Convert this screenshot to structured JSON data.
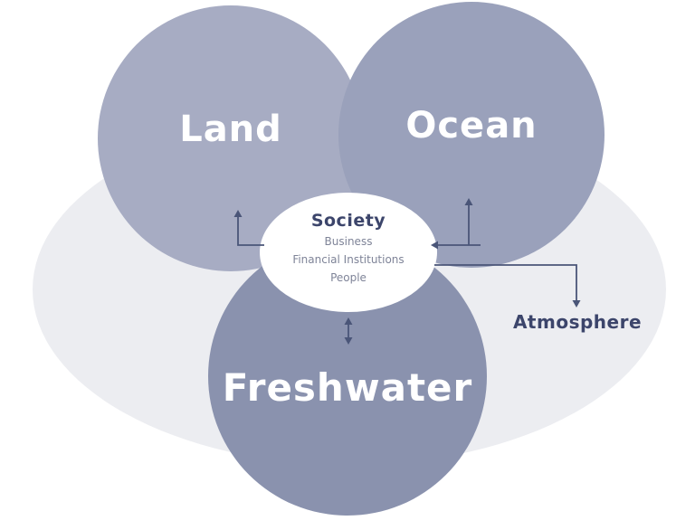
{
  "diagram": {
    "circles": [
      {
        "id": "land",
        "label": "Land",
        "color": "#a7acc3"
      },
      {
        "id": "ocean",
        "label": "Ocean",
        "color": "#9aa1bb"
      },
      {
        "id": "freshwater",
        "label": "Freshwater",
        "color": "#8a92ae"
      }
    ],
    "center": {
      "title": "Society",
      "items": [
        "Business",
        "Financial Institutions",
        "People"
      ]
    },
    "atmosphere": {
      "label": "Atmosphere"
    },
    "colors": {
      "background_ellipse": "#ecedf1",
      "arrow": "#4a5578",
      "center_title_text": "#3c456b",
      "center_item_text": "#7f8498",
      "circle_text": "#ffffff"
    }
  }
}
